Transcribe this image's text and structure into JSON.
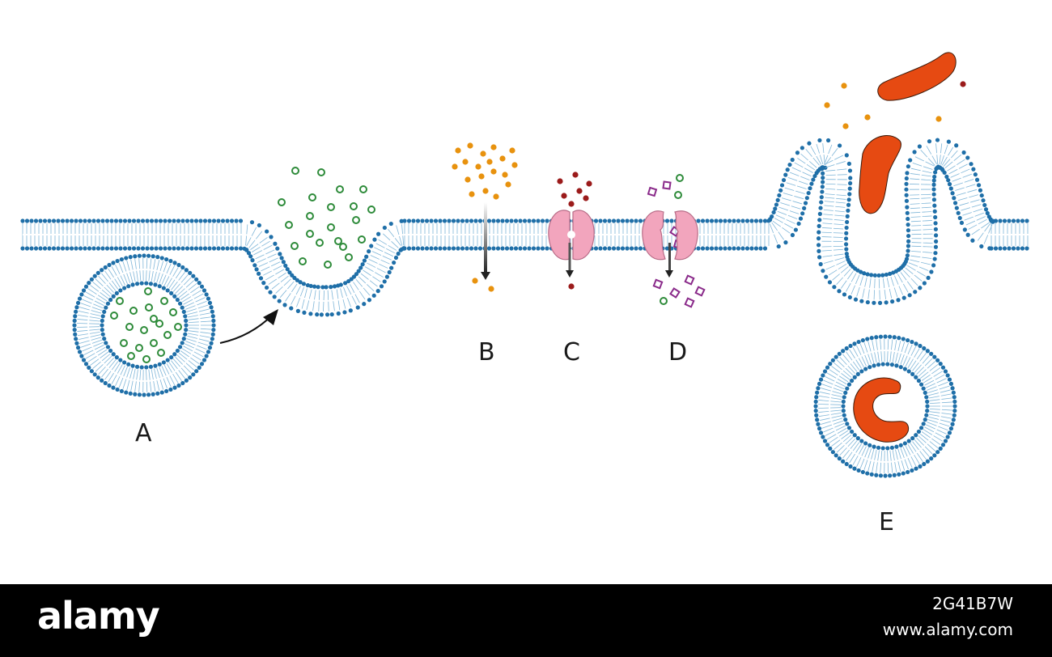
{
  "labels": {
    "a": "A",
    "b": "B",
    "c": "C",
    "d": "D",
    "e": "E"
  },
  "watermark": {
    "brand": "alamy",
    "image_id": "2G41B7W",
    "site_url": "www.alamy.com"
  },
  "colors": {
    "membrane_head": "#1f6fa8",
    "membrane_tail": "#7fb6d8",
    "vesicle_cargo": "#2e8b3a",
    "solute_orange": "#e8920e",
    "solute_red": "#9b1b1b",
    "solute_purple": "#8a2a8a",
    "transport_protein": "#f2a5bd",
    "bacterium": "#e64a12",
    "footer_bg": "#000000"
  }
}
